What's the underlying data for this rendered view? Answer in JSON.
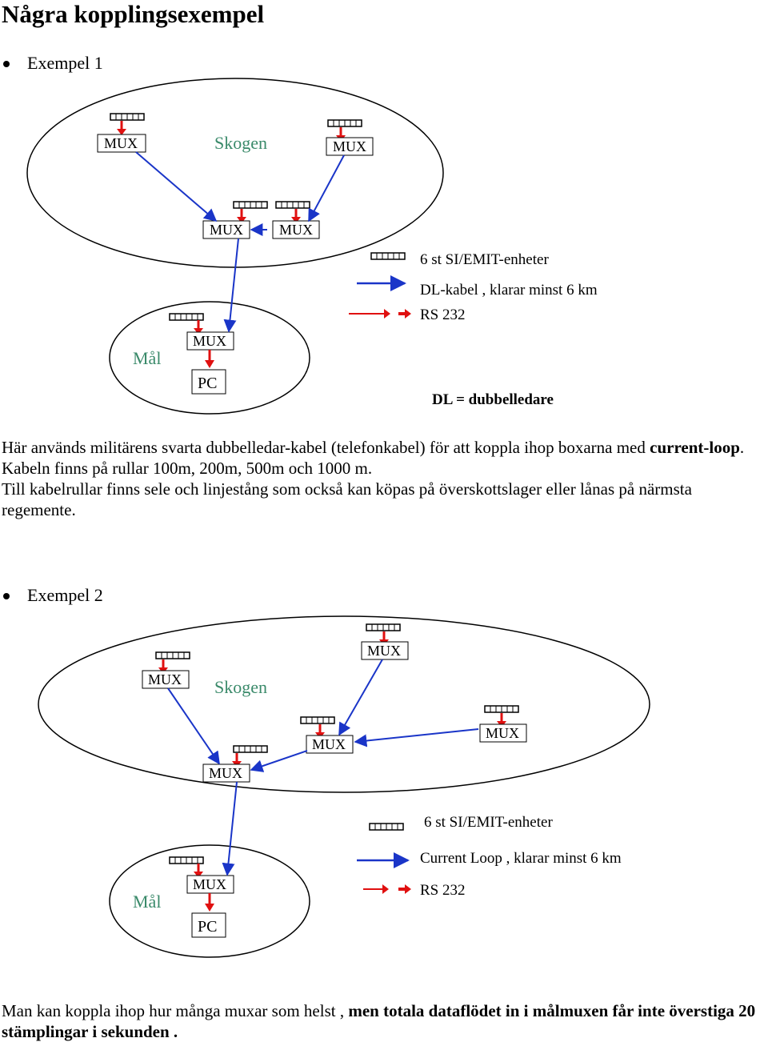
{
  "page": {
    "title": "Några kopplingsexempel"
  },
  "example1": {
    "bullet": "Exempel 1",
    "area_label": "Skogen",
    "target_label": "Mål",
    "mux_label": "MUX",
    "pc_label": "PC",
    "legend": {
      "units": "6 st SI/EMIT-enheter",
      "cable": "DL-kabel , klarar minst 6 km",
      "rs232": "RS 232",
      "note": "DL = dubbelledare"
    }
  },
  "paragraph1": {
    "part1": "Här används militärens svarta dubbelledar-kabel (telefonkabel) för att koppla ihop boxarna med ",
    "bold": "current-loop",
    "part2": ". Kabeln finns på rullar 100m, 200m, 500m och 1000 m.",
    "line2": "Till kabelrullar finns sele och linjestång som också kan köpas på överskottslager eller lånas på närmsta regemente."
  },
  "example2": {
    "bullet": "Exempel 2",
    "area_label": "Skogen",
    "target_label": "Mål",
    "mux_label": "MUX",
    "pc_label": "PC",
    "legend": {
      "units": "6 st SI/EMIT-enheter",
      "cable": "Current Loop , klarar minst 6 km",
      "rs232": "RS 232"
    }
  },
  "paragraph2": {
    "part1": "Man kan koppla ihop hur många muxar som helst , ",
    "bold": "men totala dataflödet in i målmuxen får inte överstiga 20 stämplingar i sekunden ."
  },
  "colors": {
    "blue_arrow": "#1a35c8",
    "red_arrow": "#e01010",
    "green_text": "#3a8a6a"
  }
}
